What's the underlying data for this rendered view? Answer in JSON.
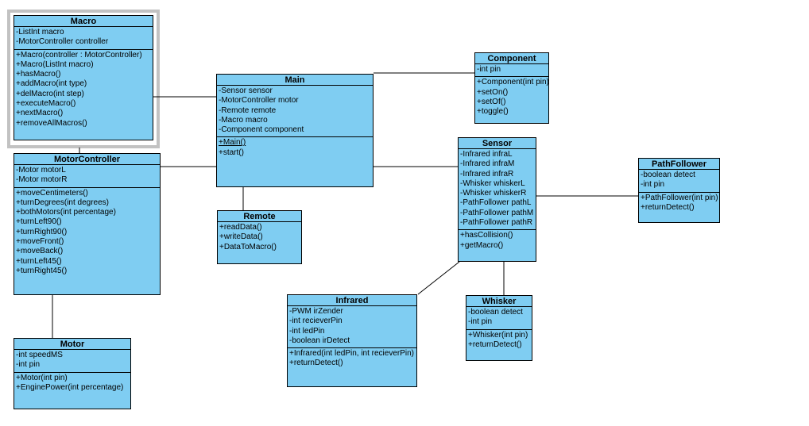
{
  "colors": {
    "class_fill": "#7fcdf2",
    "class_border": "#000000",
    "selection_frame": "#c2c2c2",
    "text_color": "#000000",
    "canvas_bg": "#ffffff"
  },
  "classes": {
    "macro": {
      "name": "Macro",
      "selected": true,
      "attributes": [
        "-ListInt macro",
        "-MotorController controller"
      ],
      "methods": [
        "+Macro(controller : MotorController)",
        "+Macro(ListInt macro)",
        "+hasMacro()",
        "+addMacro(int type)",
        "+delMacro(int step)",
        "+executeMacro()",
        "+nextMacro()",
        "+removeAllMacros()"
      ]
    },
    "motor_controller": {
      "name": "MotorController",
      "attributes": [
        "-Motor motorL",
        "-Motor motorR"
      ],
      "methods": [
        "+moveCentimeters()",
        "+turnDegrees(int degrees)",
        "+bothMotors(int percentage)",
        "+turnLeft90()",
        "+turnRight90()",
        "+moveFront()",
        "+moveBack()",
        "+turnLeft45()",
        "+turnRight45()"
      ]
    },
    "motor": {
      "name": "Motor",
      "attributes": [
        "-int speedMS",
        "-int pin"
      ],
      "methods": [
        "+Motor(int pin)",
        "+EnginePower(int percentage)"
      ]
    },
    "main": {
      "name": "Main",
      "attributes": [
        "-Sensor sensor",
        "-MotorController motor",
        "-Remote remote",
        "-Macro macro",
        "-Component component"
      ],
      "methods": [
        {
          "text": "+Main()",
          "underline": true
        },
        "+start()"
      ]
    },
    "remote": {
      "name": "Remote",
      "attributes": [],
      "methods": [
        "+readData()",
        "+writeData()",
        "+DataToMacro()"
      ]
    },
    "component": {
      "name": "Component",
      "attributes": [
        "-int pin"
      ],
      "methods": [
        "+Component(int pin)",
        "+setOn()",
        "+setOf()",
        "+toggle()"
      ]
    },
    "sensor": {
      "name": "Sensor",
      "attributes": [
        "-Infrared infraL",
        "-Infrared infraM",
        "-Infrared infraR",
        "-Whisker whiskerL",
        "-Whisker whiskerR",
        "-PathFollower pathL",
        "-PathFollower pathM",
        "-PathFollower pathR"
      ],
      "methods": [
        "+hasCollision()",
        "+getMacro()"
      ]
    },
    "path_follower": {
      "name": "PathFollower",
      "attributes": [
        "-boolean detect",
        "-int pin"
      ],
      "methods": [
        "+PathFollower(int pin)",
        "+returnDetect()"
      ]
    },
    "infrared": {
      "name": "Infrared",
      "attributes": [
        "-PWM irZender",
        "-int recieverPin",
        "-int ledPin",
        "-boolean irDetect"
      ],
      "methods": [
        "+Infrared(int ledPin, int recieverPin)",
        "+returnDetect()"
      ]
    },
    "whisker": {
      "name": "Whisker",
      "attributes": [
        "-boolean detect",
        "-int pin"
      ],
      "methods": [
        "+Whisker(int pin)",
        "+returnDetect()"
      ]
    }
  },
  "relationships": [
    {
      "from": "Macro",
      "to": "Main"
    },
    {
      "from": "Macro",
      "to": "MotorController"
    },
    {
      "from": "MotorController",
      "to": "Main"
    },
    {
      "from": "MotorController",
      "to": "Motor"
    },
    {
      "from": "Main",
      "to": "Component"
    },
    {
      "from": "Main",
      "to": "Remote"
    },
    {
      "from": "Main",
      "to": "Sensor"
    },
    {
      "from": "Sensor",
      "to": "PathFollower"
    },
    {
      "from": "Sensor",
      "to": "Infrared"
    },
    {
      "from": "Sensor",
      "to": "Whisker"
    }
  ]
}
